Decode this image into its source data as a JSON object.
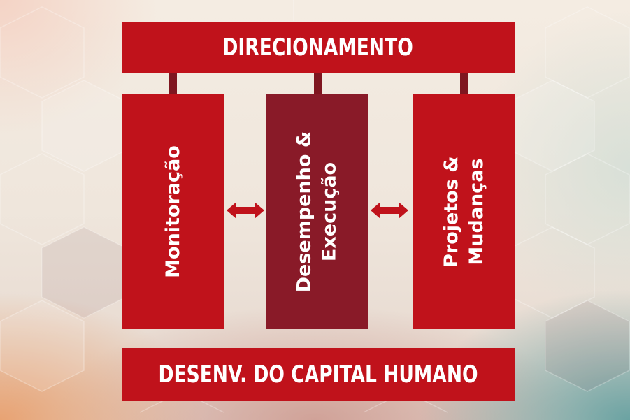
{
  "diagram": {
    "top_bar": "DIRECIONAMENTO",
    "bottom_bar": "DESENV. DO CAPITAL HUMANO",
    "pillars": [
      {
        "lines": [
          "Monitoração"
        ]
      },
      {
        "lines": [
          "Desempenho &",
          "Execução"
        ]
      },
      {
        "lines": [
          "Projetos &",
          "Mudanças"
        ]
      }
    ]
  },
  "colors": {
    "primary_red": "#c0121b",
    "dark_red": "#891a28",
    "connector": "#7f1620"
  }
}
